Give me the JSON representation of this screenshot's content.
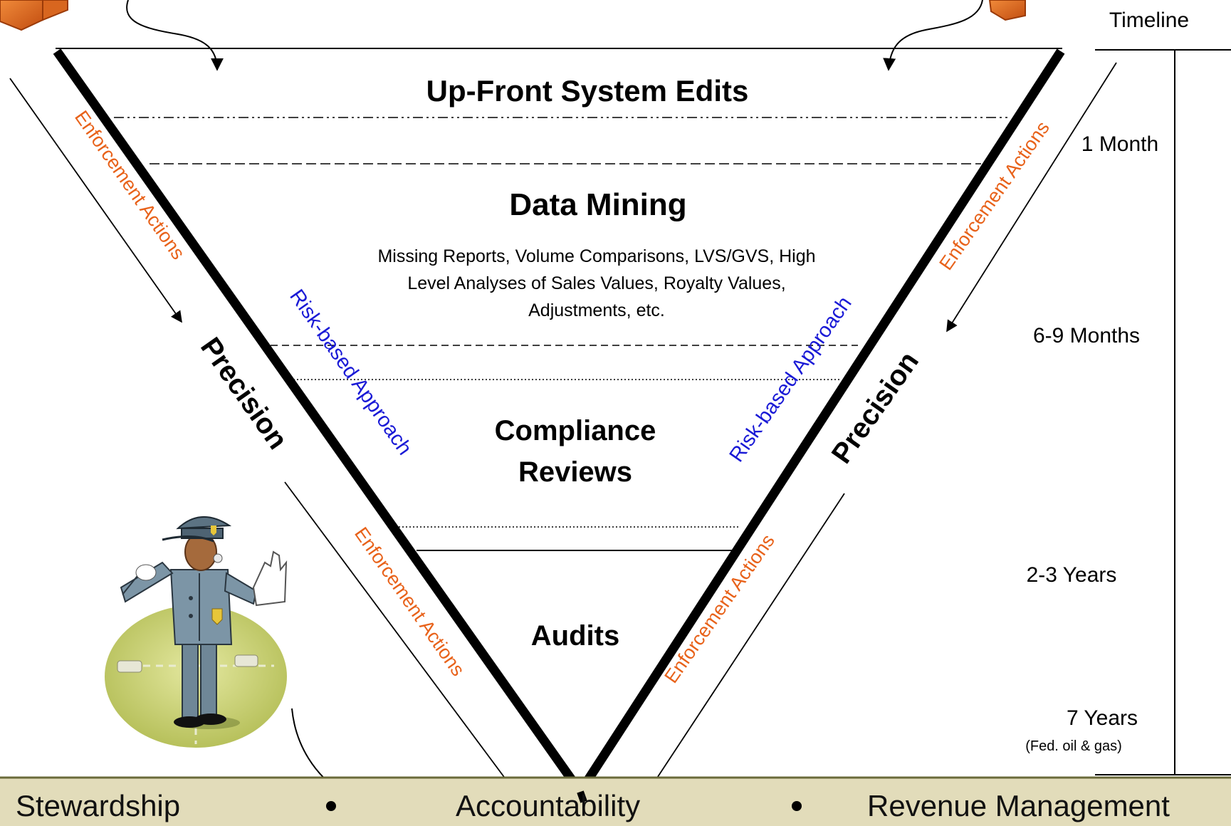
{
  "timeline": {
    "header": "Timeline",
    "marks": [
      "1 Month",
      "6-9 Months",
      "2-3 Years",
      "7 Years"
    ],
    "note": "(Fed. oil & gas)"
  },
  "stages": {
    "up_front": "Up-Front System Edits",
    "data_mining": "Data Mining",
    "data_mining_details": [
      "Missing Reports, Volume Comparisons, LVS/GVS, High",
      "Level Analyses of Sales Values, Royalty Values,",
      "Adjustments, etc."
    ],
    "compliance_line1": "Compliance",
    "compliance_line2": "Reviews",
    "audits": "Audits"
  },
  "side_labels": {
    "precision": "Precision",
    "risk_based": "Risk-based Approach",
    "enforcement": "Enforcement Actions"
  },
  "footer": {
    "left": "Stewardship",
    "center": "Accountability",
    "right": "Revenue Management"
  },
  "colors": {
    "enforcement": "#e8621a",
    "risk": "#1a1ad6",
    "accent_box": "#e26a1c",
    "figure_ground": "#c8cf6b"
  },
  "icons": [
    "traffic-officer-illustration",
    "orange-box-icon"
  ]
}
